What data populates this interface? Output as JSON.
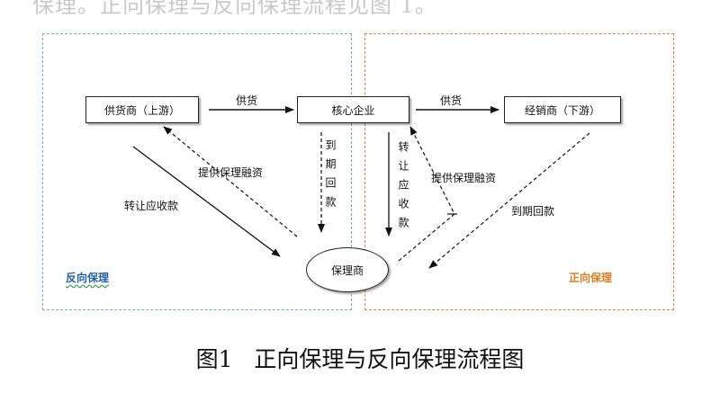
{
  "header_fragment": "保理。正向保理与反向保理流程见图 1。",
  "regions": {
    "reverse": {
      "label": "反向保理",
      "color": "#1f5fa8",
      "border_color": "#6fa9dc"
    },
    "forward": {
      "label": "正向保理",
      "color": "#e07b1f",
      "border_color": "#d9863a"
    }
  },
  "nodes": {
    "supplier": "供货商（上游）",
    "core": "核心企业",
    "dealer": "经销商（下游）",
    "factor": "保理商"
  },
  "edges": {
    "supply_to_core": "供货",
    "core_to_dealer": "供货",
    "reverse_financing": "提供保理融资",
    "reverse_transfer": "转让应收款",
    "reverse_repayment": "到期回款",
    "forward_transfer": "转让应收款",
    "forward_financing": "提供保理融资",
    "forward_repayment": "到期回款"
  },
  "caption": "图1   正向保理与反向保理流程图"
}
